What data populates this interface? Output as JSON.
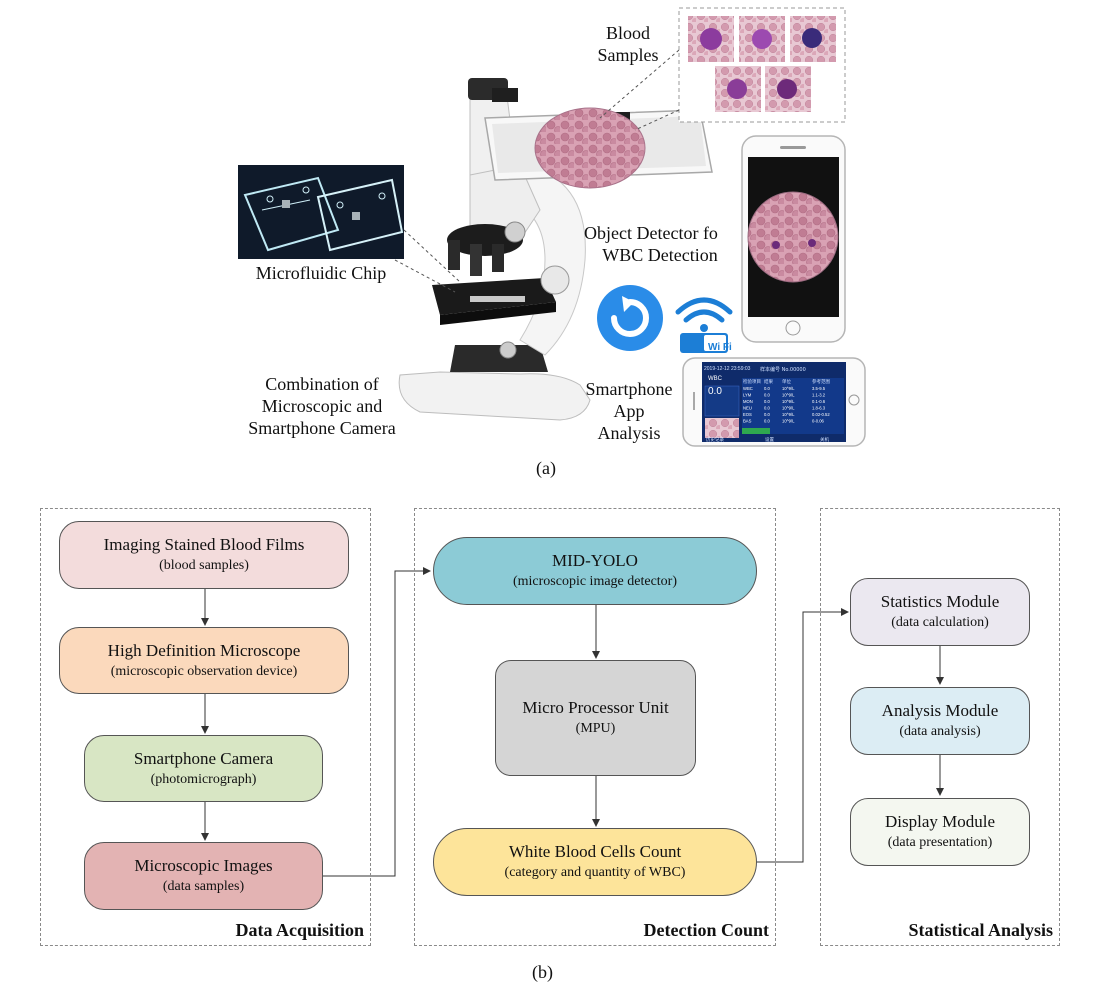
{
  "part_a": {
    "labels": {
      "blood_samples": [
        "Blood",
        "Samples"
      ],
      "microfluidic_chip": "Microfluidic Chip",
      "object_detector": [
        "Object Detector fo",
        "WBC Detection"
      ],
      "combination": [
        "Combination of",
        "Microscopic and",
        "Smartphone Camera"
      ],
      "app_analysis": [
        "Smartphone",
        "App",
        "Analysis"
      ]
    },
    "wifi_badge": "Wi Fi",
    "app_screen": {
      "header": "2019-12-12 23:59:03",
      "wbc_title": "WBC",
      "wbc_value": "0.0",
      "sample_id": "样本编号 No.00000",
      "col_headers": [
        "检验项目",
        "结果",
        "单位",
        "参考范围"
      ],
      "rows": [
        [
          "WBC",
          "0.0",
          "10^9/L",
          "3.5-9.5"
        ],
        [
          "LYM",
          "0.0",
          "10^9/L",
          "1.1-3.2"
        ],
        [
          "MON",
          "0.0",
          "10^9/L",
          "0.1-0.6"
        ],
        [
          "NEU",
          "0.0",
          "10^9/L",
          "1.8-6.3"
        ],
        [
          "EOS",
          "0.0",
          "10^9/L",
          "0.02-0.52"
        ],
        [
          "BAS",
          "0.0",
          "10^9/L",
          "0-0.06"
        ]
      ],
      "footer": [
        "历史记录",
        "设置",
        "关机"
      ]
    },
    "caption": "(a)"
  },
  "part_b": {
    "panels": {
      "acquisition": "Data Acquisition",
      "detection": "Detection Count",
      "statistical": "Statistical Analysis"
    },
    "acquisition_nodes": [
      {
        "title": "Imaging Stained Blood Films",
        "sub": "(blood samples)",
        "fill": "#f3dcdc"
      },
      {
        "title": "High Definition Microscope",
        "sub": "(microscopic observation device)",
        "fill": "#fbd9bc"
      },
      {
        "title": "Smartphone Camera",
        "sub": "(photomicrograph)",
        "fill": "#d8e6c4"
      },
      {
        "title": "Microscopic Images",
        "sub": "(data samples)",
        "fill": "#e3b3b3"
      }
    ],
    "detection_nodes": [
      {
        "title": "MID-YOLO",
        "sub": "(microscopic image detector)",
        "fill": "#8ccbd6"
      },
      {
        "title": "Micro Processor Unit",
        "sub": "(MPU)",
        "fill": "#d5d5d5"
      },
      {
        "title": "White Blood Cells Count",
        "sub": "(category and quantity of WBC)",
        "fill": "#fde49a"
      }
    ],
    "statistics_nodes": [
      {
        "title": "Statistics Module",
        "sub": "(data calculation)",
        "fill": "#ebe8f0"
      },
      {
        "title": "Analysis Module",
        "sub": "(data analysis)",
        "fill": "#dcedf4"
      },
      {
        "title": "Display Module",
        "sub": "(data presentation)",
        "fill": "#f4f7f0"
      }
    ],
    "caption": "(b)"
  }
}
